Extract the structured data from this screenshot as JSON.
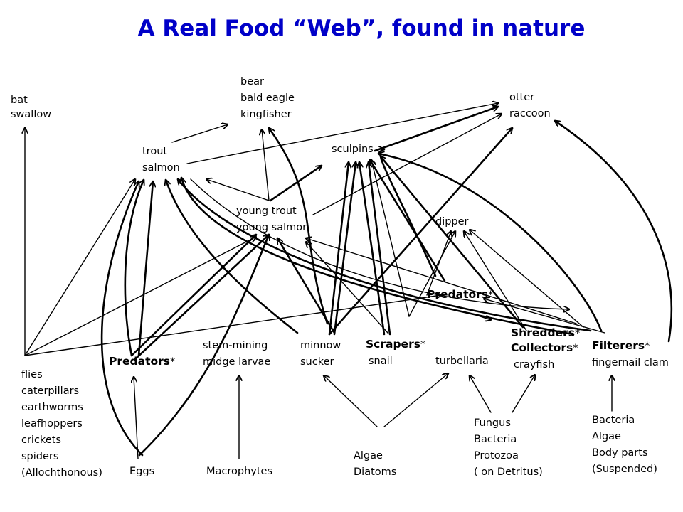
{
  "title": "A Real Food “Web”, found in nature",
  "nodes": {
    "bat": {
      "lines": [
        "bat",
        "swallow"
      ]
    },
    "bear": {
      "lines": [
        "bear",
        "bald eagle",
        "kingfisher"
      ]
    },
    "otter": {
      "lines": [
        "otter",
        "raccoon"
      ]
    },
    "trout": {
      "lines": [
        "trout",
        "salmon"
      ]
    },
    "sculpins": {
      "lines": [
        "sculpins"
      ]
    },
    "young": {
      "lines": [
        "young trout",
        "young salmon"
      ]
    },
    "dipper": {
      "lines": [
        "dipper"
      ]
    },
    "predmid": {
      "bold": "Predators",
      "star": "*"
    },
    "predleft": {
      "bold": "Predators",
      "star": "*"
    },
    "stem": {
      "lines": [
        "stem-mining",
        "midge larvae"
      ]
    },
    "minnow": {
      "lines": [
        "minnow",
        "sucker"
      ]
    },
    "scrapers": {
      "bold": "Scrapers",
      "star": "*",
      "lines": [
        "snail"
      ]
    },
    "turb": {
      "lines": [
        "turbellaria"
      ]
    },
    "shredders": {
      "bold": "Shredders",
      "star": "*"
    },
    "collectors": {
      "bold": "Collectors",
      "star": "*",
      "lines": [
        "crayfish"
      ]
    },
    "filterers": {
      "bold": "Filterers",
      "star": "*",
      "lines": [
        "fingernail clam"
      ]
    },
    "flies": {
      "lines": [
        "flies",
        "caterpillars",
        "earthworms",
        "leafhoppers",
        "crickets",
        "spiders",
        "(Allochthonous)"
      ]
    },
    "eggs": {
      "lines": [
        "Eggs"
      ]
    },
    "macro": {
      "lines": [
        "Macrophytes"
      ]
    },
    "algae": {
      "lines": [
        "Algae",
        "Diatoms"
      ]
    },
    "fungus": {
      "lines": [
        "Fungus",
        "Bacteria",
        "Protozoa",
        "( on Detritus)"
      ]
    },
    "bacteria": {
      "lines": [
        "Bacteria",
        "Algae",
        "Body parts",
        "(Suspended)"
      ]
    }
  }
}
